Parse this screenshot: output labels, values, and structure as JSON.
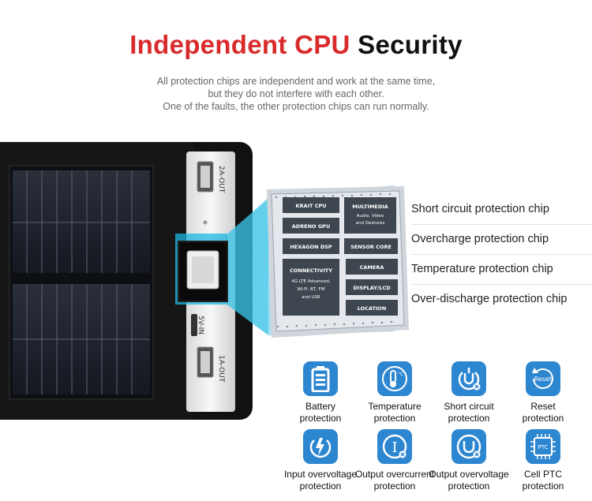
{
  "heading": {
    "part1": "Independent CPU",
    "part2": "Security"
  },
  "subtitle": [
    "All protection chips are independent and work at the same time,",
    "but they do not interfere with each other.",
    "One of the faults, the other protection chips can run normally."
  ],
  "device": {
    "port_top": "2A-OUT",
    "port_mid": "5V-IN",
    "port_bottom": "1A-OUT"
  },
  "chip": {
    "blocks": [
      {
        "id": "krait",
        "label": "KRAIT CPU"
      },
      {
        "id": "multimedia",
        "label": "MULTIMEDIA",
        "sub1": "Audio, Video",
        "sub2": "and Gestures"
      },
      {
        "id": "adreno",
        "label": "ADRENO GPU"
      },
      {
        "id": "hexagon",
        "label": "HEXAGON DSP"
      },
      {
        "id": "sensor",
        "label": "SENSOR CORE"
      },
      {
        "id": "connectivity",
        "label": "CONNECTIVITY",
        "sub1": "4G LTE Advanced,",
        "sub2": "Wi-Fi, BT, FM",
        "sub3": "and USB"
      },
      {
        "id": "camera",
        "label": "CAMERA"
      },
      {
        "id": "display",
        "label": "DISPLAY/LCD"
      },
      {
        "id": "location",
        "label": "LOCATION"
      }
    ]
  },
  "chip_labels": [
    "Short circuit protection chip",
    "Overcharge protection chip",
    "Temperature protection chip",
    "Over-discharge protection chip"
  ],
  "protection_icons": [
    {
      "icon": "battery-icon",
      "line1": "Battery",
      "line2": "protection"
    },
    {
      "icon": "thermometer-icon",
      "line1": "Temperature",
      "line2": "protection"
    },
    {
      "icon": "short-circuit-icon",
      "line1": "Short circuit",
      "line2": "protection"
    },
    {
      "icon": "reset-icon",
      "line1": "Reset",
      "line2": "protection",
      "badge": "Reset"
    },
    {
      "icon": "lightning-icon",
      "line1": "Input overvoltage",
      "line2": "protection"
    },
    {
      "icon": "overcurrent-icon",
      "line1": "Output overcurrent",
      "line2": "protection"
    },
    {
      "icon": "overvoltage-icon",
      "line1": "Output overvoltage",
      "line2": "protection"
    },
    {
      "icon": "ptc-chip-icon",
      "line1": "Cell PTC",
      "line2": "protection",
      "badge": "PTC"
    }
  ],
  "colors": {
    "accent_red": "#d92b2b",
    "icon_blue": "#2d86d0",
    "chip_dark": "#3e4650"
  }
}
